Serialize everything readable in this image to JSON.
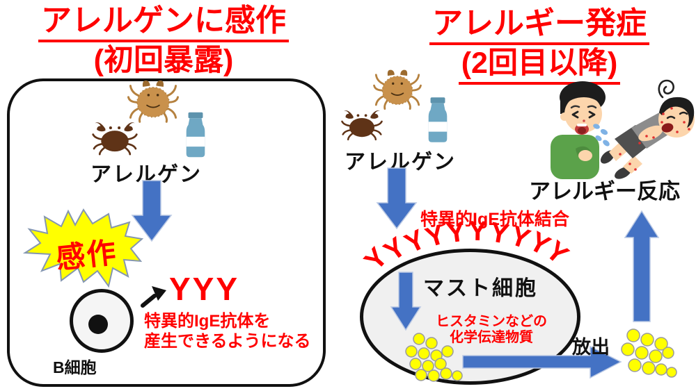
{
  "diagram": {
    "left": {
      "title_line1": "アレルゲンに感作",
      "title_line2": "(初回暴露)",
      "allergen_label": "アレルゲン",
      "burst_label": "感作",
      "antibodies": "YYY",
      "note_line1": "特異的IgE抗体を",
      "note_line2": "産生できるようになる",
      "bcell_label": "B細胞"
    },
    "right": {
      "title_line1": "アレルギー発症",
      "title_line2": "(2回目以降)",
      "allergen_label": "アレルゲン",
      "binding_label": "特異的IgE抗体結合",
      "antibody_letter": "Y",
      "antibody_count": 10,
      "mast_cell_label": "マスト細胞",
      "mediator_line1": "ヒスタミンなどの",
      "mediator_line2": "化学伝達物質",
      "release_label": "放出",
      "reaction_label": "アレルギー反応"
    },
    "icons": {
      "allergens": [
        "dust-mite-icon",
        "crab-icon",
        "milk-bottle-icon"
      ],
      "people": [
        "sneezing-person-illustration",
        "rash-person-illustration"
      ],
      "cells": [
        "b-cell-icon",
        "mast-cell-shape",
        "histamine-granules"
      ]
    },
    "colors": {
      "text_red": "#FF0000",
      "arrow_blue": "#4472C4",
      "burst_yellow": "#FFFF00",
      "granule_yellow": "#FFFF00",
      "cell_fill": "#F0F0F0",
      "outline_black": "#111111"
    }
  }
}
